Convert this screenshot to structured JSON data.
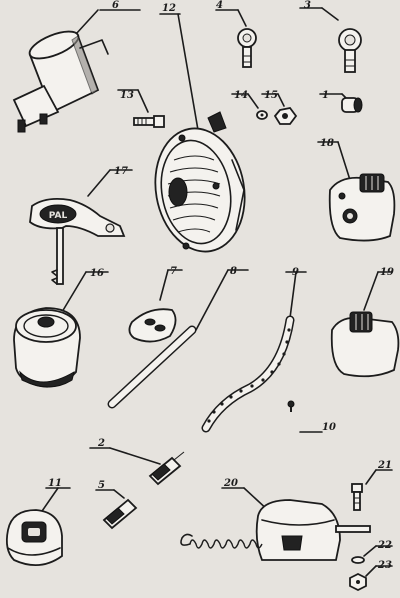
{
  "labels": {
    "p1": "1",
    "p2": "2",
    "p3": "3",
    "p4": "4",
    "p5": "5",
    "p6": "6",
    "p7": "7",
    "p8": "8",
    "p9": "9",
    "p10": "10",
    "p11": "11",
    "p12": "12",
    "p13": "13",
    "p14": "14",
    "p15": "15",
    "p16": "16",
    "p17": "17",
    "p18": "18",
    "p19": "19",
    "p20": "20",
    "p21": "21",
    "p22": "22",
    "p23": "23"
  },
  "key_brand": "PAL"
}
